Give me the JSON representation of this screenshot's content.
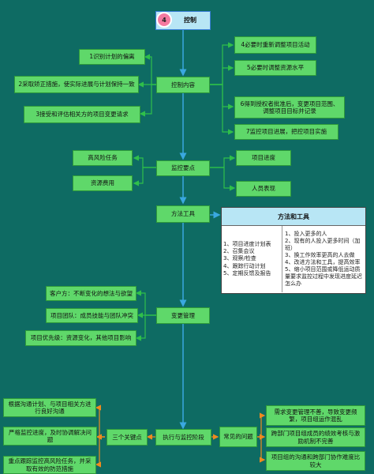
{
  "title": {
    "number": "4",
    "label": "控制"
  },
  "control_content": {
    "center": "控制内容",
    "left": [
      "1识别计划的偏离",
      "2采取矫正措施，使实际进展与计划保持一致",
      "3接受和评估相关方的项目变更请求"
    ],
    "right": [
      "4必要时重新调整项目活动",
      "5必要时调整资源水平",
      "6得到授权者批准后，变更项目范围、调整项目目标并记录",
      "7监控项目进展，把控项目实施"
    ]
  },
  "monitor_points": {
    "center": "监控要点",
    "left": [
      "高风险任务",
      "资源费用"
    ],
    "right": [
      "项目进度",
      "人员表现"
    ]
  },
  "methods": {
    "center": "方法工具",
    "table_title": "方法和工具",
    "left_items": [
      "1、项目进度计划表",
      "2、召集会议",
      "3、观察/检查",
      "4、跟踪行动计划",
      "5、定期反馈及报告"
    ],
    "right_items": [
      "1、投入更多的人",
      "2、现有的人投入更多时间（加班）",
      "3、换工作效率更高的人去做",
      "4、改进方法和工具，提高效率",
      "5、缩小项目范围或降低运动质量要求监控过程中发现进度延迟怎么办"
    ]
  },
  "change_management": {
    "center": "变更管理",
    "items": [
      "客户方：不断变化的想法与欲望",
      "项目团队：成员技能与团队冲突",
      "项目优先级：资源变化，其他项目影响"
    ]
  },
  "execution": {
    "center": "执行与监控阶段",
    "key_points_label": "三个关键点",
    "key_points": [
      "根据沟通计划、与项目相关方进行良好沟通",
      "严格监控进度，及时协调解决问题",
      "重点跟踪监控高风险任务，并采取有效的防范措施"
    ],
    "problems_label": "常见的问题",
    "problems": [
      "需求变更管理不善，导致变更频繁，项目组运作混乱",
      "跨部门项目组成员的绩效考核与激励机制不完善",
      "项目组的沟通和跨部门协作难度比较大"
    ]
  }
}
